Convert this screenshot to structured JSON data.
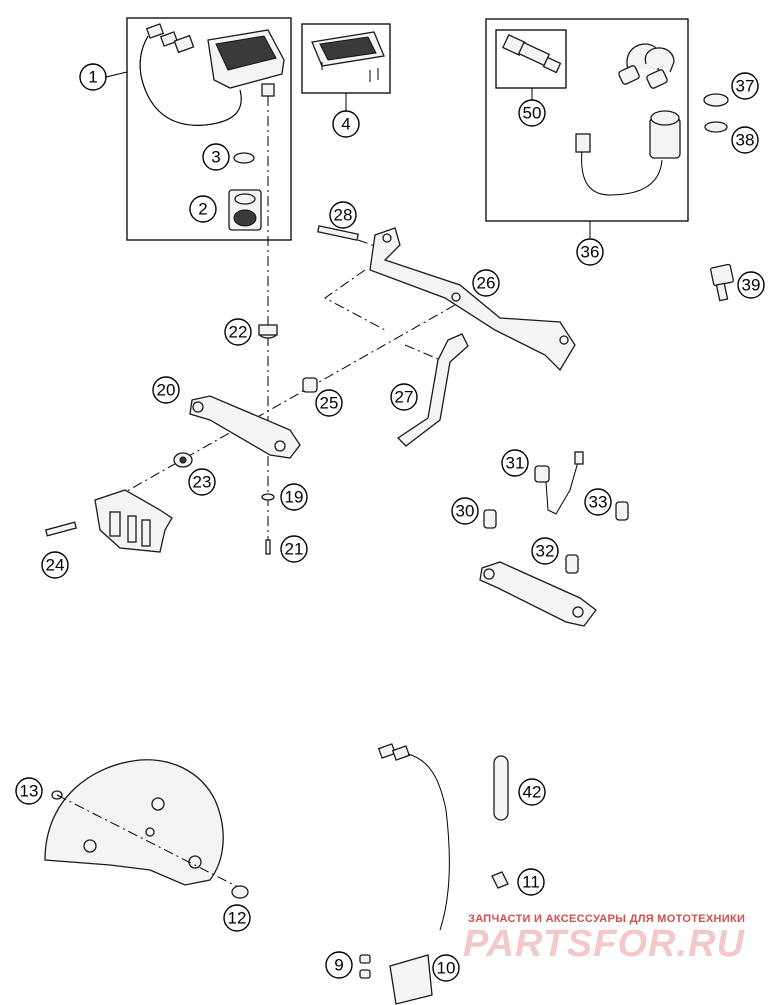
{
  "callouts": [
    "1",
    "2",
    "3",
    "4",
    "9",
    "10",
    "11",
    "12",
    "13",
    "19",
    "20",
    "21",
    "22",
    "23",
    "24",
    "25",
    "26",
    "27",
    "28",
    "30",
    "31",
    "32",
    "33",
    "36",
    "37",
    "38",
    "39",
    "42",
    "50"
  ],
  "watermark": {
    "tagline": "ЗАПЧАСТИ И АКСЕССУАРЫ ДЛЯ МОТОТЕХНИКИ",
    "logo": "PARTSFOR.RU"
  },
  "colors": {
    "line": "#000000",
    "part_fill": "#f4f4f4",
    "watermark": "#d05050"
  }
}
